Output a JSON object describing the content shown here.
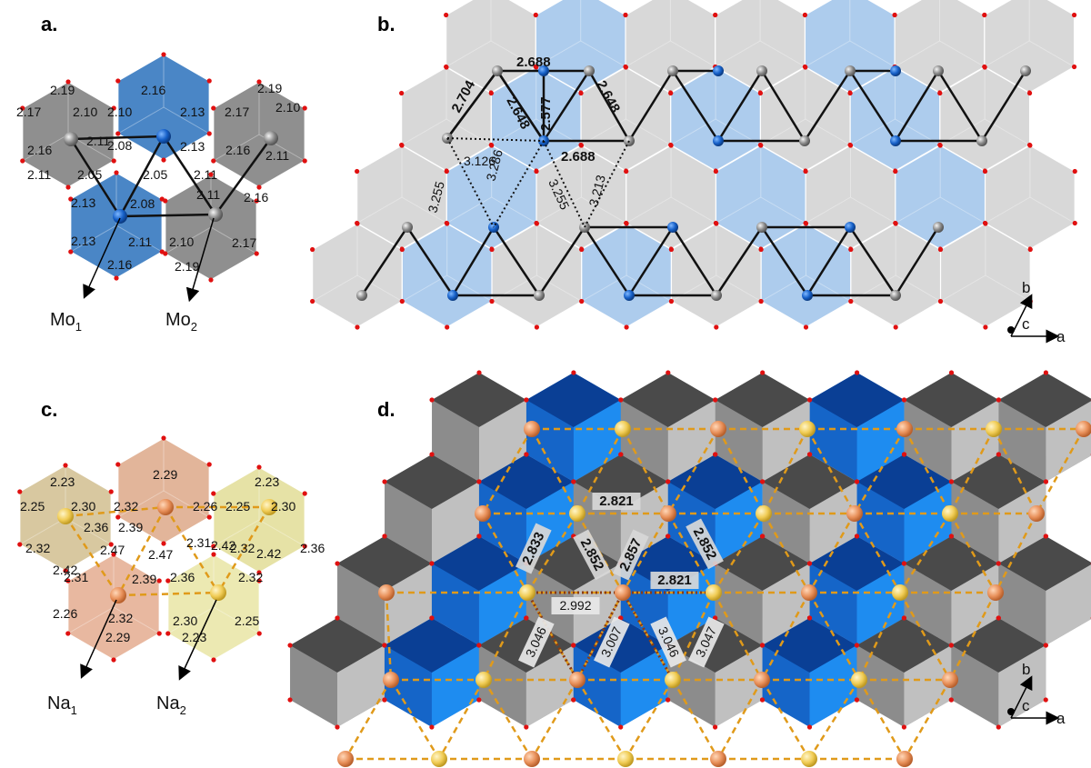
{
  "panels": {
    "a": {
      "letter": "a.",
      "labels": [
        "2.19",
        "2.16",
        "2.19",
        "2.17",
        "2.10",
        "2.10",
        "2.13",
        "2.17",
        "2.10",
        "2.16",
        "2.11",
        "2.08",
        "2.13",
        "2.16",
        "2.11",
        "2.05",
        "2.05",
        "2.11",
        "2.11",
        "2.13",
        "2.08",
        "2.11",
        "2.16",
        "2.13",
        "2.11",
        "2.10",
        "2.17",
        "2.16",
        "2.19"
      ],
      "atom1": {
        "main": "Mo",
        "sub": "1"
      },
      "atom2": {
        "main": "Mo",
        "sub": "2"
      }
    },
    "b": {
      "letter": "b.",
      "bold_labels": [
        "2.688",
        "2.704",
        "2.648",
        "2.577",
        "2.648",
        "2.688"
      ],
      "labels": [
        "3.126",
        "3.255",
        "3.286",
        "3.255",
        "3.213"
      ],
      "axes": {
        "a": "a",
        "b": "b",
        "c": "c"
      }
    },
    "c": {
      "letter": "c.",
      "labels": [
        "2.29",
        "2.23",
        "2.23",
        "2.25",
        "2.30",
        "2.32",
        "2.26",
        "2.25",
        "2.30",
        "2.32",
        "2.36",
        "2.39",
        "2.31",
        "2.32",
        "2.36",
        "2.42",
        "2.47",
        "2.47",
        "2.42",
        "2.42",
        "2.31",
        "2.39",
        "2.36",
        "2.32",
        "2.26",
        "2.32",
        "2.30",
        "2.25",
        "2.29",
        "2.23"
      ],
      "atom1": {
        "main": "Na",
        "sub": "1"
      },
      "atom2": {
        "main": "Na",
        "sub": "2"
      }
    },
    "d": {
      "letter": "d.",
      "bold_labels": [
        "2.821",
        "2.833",
        "2.852",
        "2.857",
        "2.852",
        "2.821"
      ],
      "labels": [
        "2.992",
        "3.046",
        "3.007",
        "3.046",
        "3.047"
      ],
      "axes": {
        "a": "a",
        "b": "b",
        "c": "c"
      }
    }
  },
  "colors": {
    "grey_poly": "#b9b9b9",
    "blue_poly": "#8fb7e0",
    "dark_blue": "#1565c8",
    "orange_atom": "#e8905a",
    "yellow_atom": "#f2d060",
    "oxygen": "#e01010"
  }
}
